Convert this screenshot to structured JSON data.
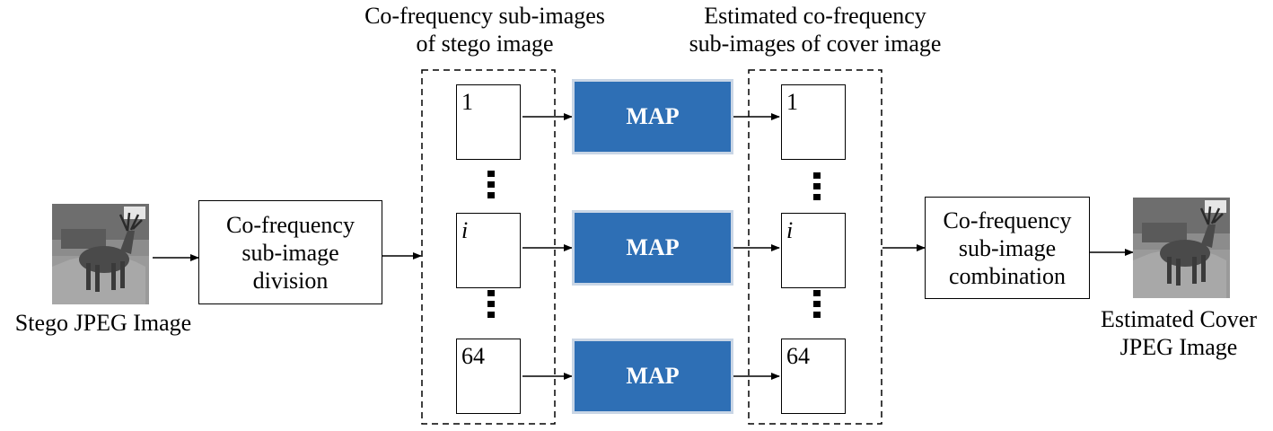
{
  "input_image": {
    "label": "Stego JPEG Image",
    "icon": "deer-photo-icon"
  },
  "division_box": {
    "lines": [
      "Co-frequency",
      "sub-image",
      "division"
    ]
  },
  "stego_group": {
    "title_lines": [
      "Co-frequency sub-images",
      "of stego image"
    ],
    "sub_labels": [
      "1",
      "i",
      "64"
    ]
  },
  "map_blocks": [
    "MAP",
    "MAP",
    "MAP"
  ],
  "cover_group": {
    "title_lines": [
      "Estimated co-frequency",
      "sub-images of cover image"
    ],
    "sub_labels": [
      "1",
      "i",
      "64"
    ]
  },
  "combination_box": {
    "lines": [
      "Co-frequency",
      "sub-image",
      "combination"
    ]
  },
  "output_image": {
    "label_lines": [
      "Estimated Cover",
      "JPEG Image"
    ],
    "icon": "deer-photo-icon"
  },
  "colors": {
    "map_fill": "#2e6fb5",
    "map_border": "#c9d6e6"
  }
}
